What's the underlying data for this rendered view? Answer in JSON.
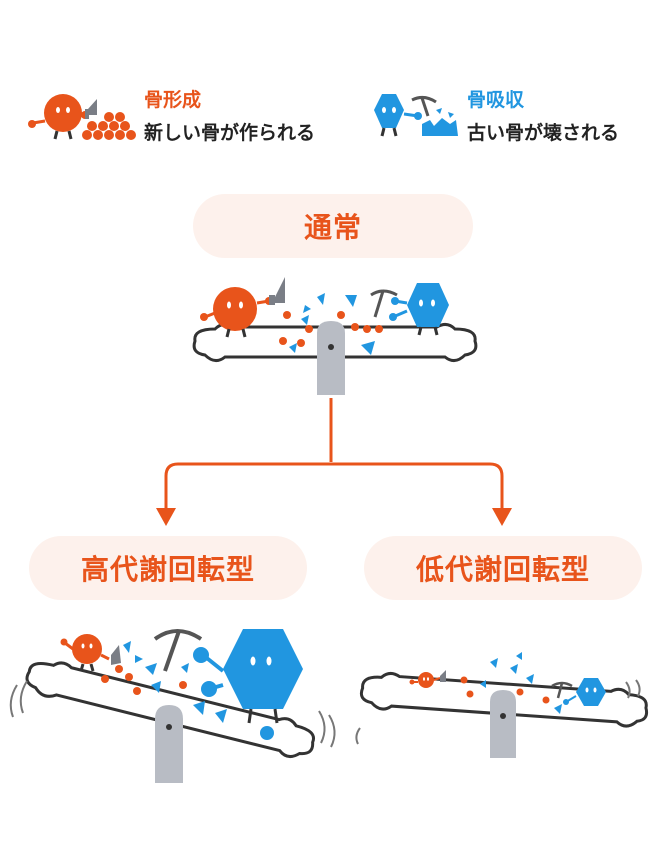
{
  "colors": {
    "formation": "#e8541b",
    "resorption": "#2196e0",
    "pill_bg": "#fdf1ec",
    "text": "#222222",
    "bone_outline": "#333333",
    "fulcrum": "#b8bcc4"
  },
  "legend": {
    "formation": {
      "title": "骨形成",
      "desc": "新しい骨が作られる",
      "icon": "orange-ball-character-with-trowel"
    },
    "resorption": {
      "title": "骨吸収",
      "desc": "古い骨が壊される",
      "icon": "blue-hexagon-character-with-pickaxe"
    }
  },
  "states": {
    "normal": {
      "label": "通常"
    },
    "high": {
      "label": "高代謝回転型"
    },
    "low": {
      "label": "低代謝回転型"
    }
  }
}
